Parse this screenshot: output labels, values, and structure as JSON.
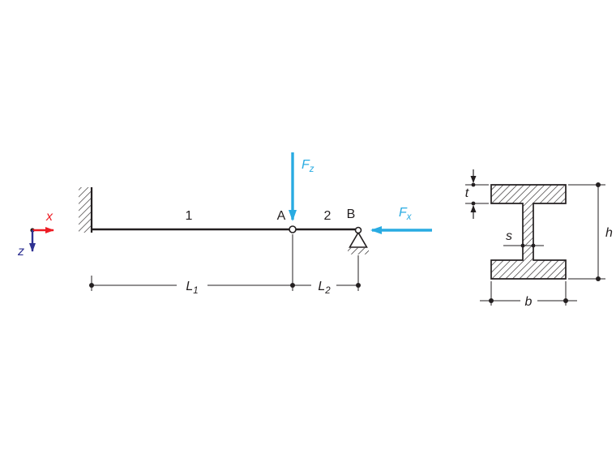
{
  "axes": {
    "x_label": "x",
    "z_label": "z"
  },
  "beam": {
    "segment_1": "1",
    "segment_2": "2",
    "point_a": "A",
    "point_b": "B"
  },
  "forces": {
    "fz": {
      "symbol": "F",
      "subscript": "z"
    },
    "fx": {
      "symbol": "F",
      "subscript": "x"
    }
  },
  "dimensions": {
    "l1": {
      "symbol": "L",
      "subscript": "1"
    },
    "l2": {
      "symbol": "L",
      "subscript": "2"
    }
  },
  "cross_section": {
    "flange_thickness": "t",
    "web_thickness": "s",
    "height": "h",
    "width": "b"
  },
  "colors": {
    "force_arrow": "#29abe2",
    "x_axis": "#ed1c24",
    "z_axis": "#2e3192",
    "ink": "#231f20",
    "background": "#ffffff"
  }
}
